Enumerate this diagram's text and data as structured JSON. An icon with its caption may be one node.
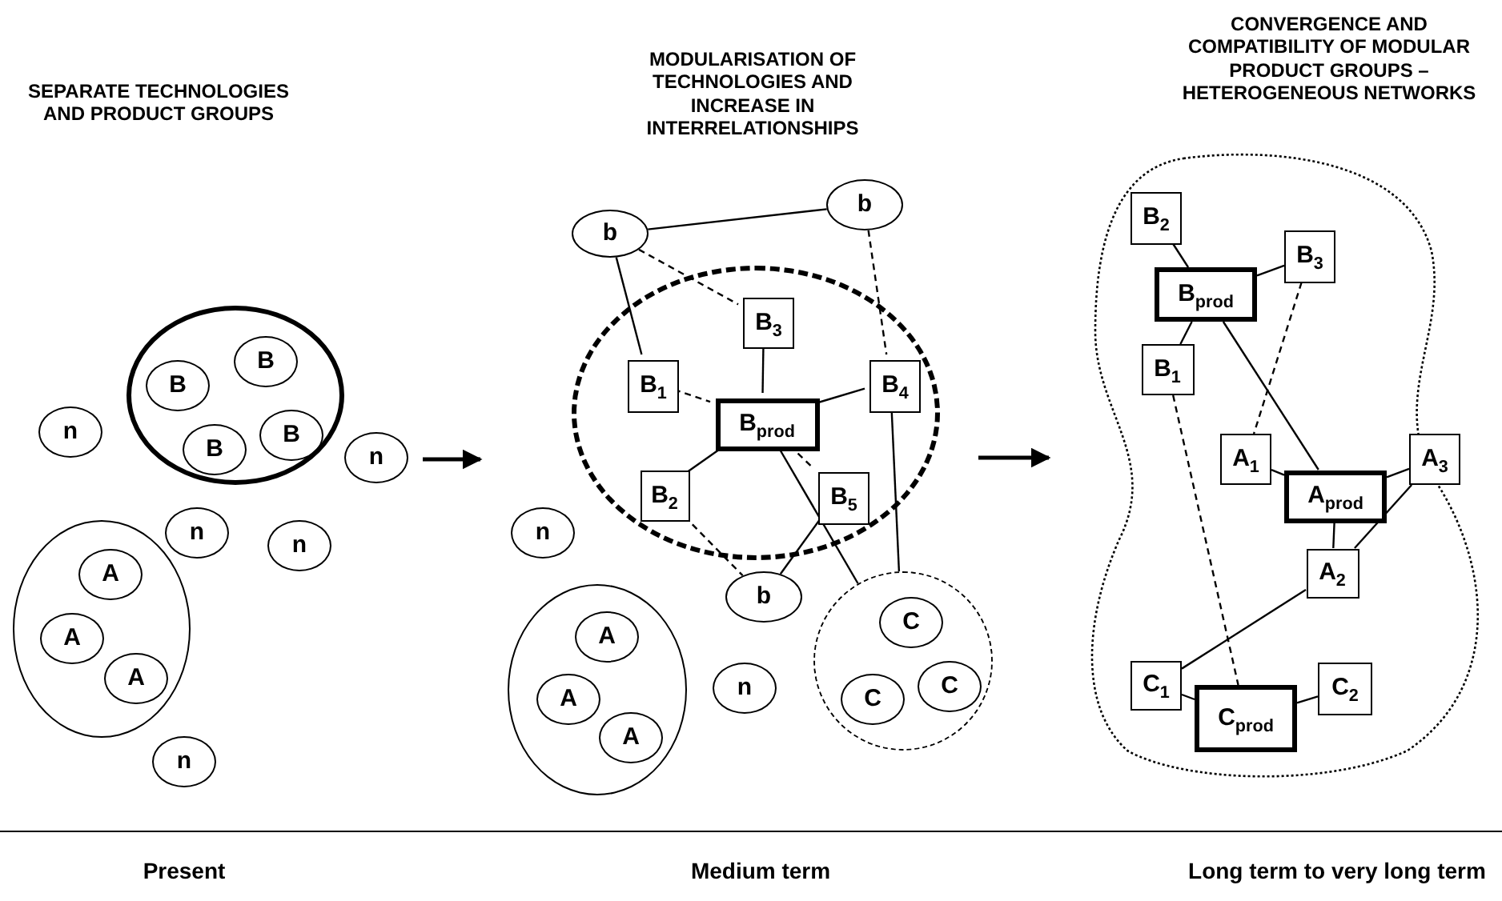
{
  "diagram": {
    "nodes": [
      {
        "text": [],
        "shape": "circle"
      },
      {
        "text": [
          "B"
        ],
        "in": 0
      },
      {
        "text": [
          "B"
        ],
        "in": 0
      },
      {
        "text": [
          "B"
        ],
        "in": 0
      },
      {
        "text": [
          "B"
        ],
        "in": 0
      },
      {
        "text": [
          "n"
        ]
      },
      {
        "text": [
          "n"
        ]
      },
      {
        "text": [
          "n"
        ]
      },
      {
        "text": [
          "n"
        ]
      },
      {
        "text": [],
        "shape": "circle"
      },
      {
        "text": [
          "A"
        ],
        "in": 9
      },
      {
        "text": [
          "A"
        ],
        "in": 9
      },
      {
        "text": [
          "A"
        ],
        "in": 9
      },
      {
        "text": [
          "n"
        ]
      },
      {
        "text": [
          "b"
        ]
      },
      {
        "text": [
          "b"
        ]
      },
      {
        "text": [],
        "shape": "circle"
      },
      {
        "text": [
          "B$_{3}$"
        ],
        "in": 16
      },
      {
        "text": [
          "B$_{1}$"
        ],
        "in": 16
      },
      {
        "text": [
          "B$_{prod}$"
        ],
        "in": 16
      },
      {
        "text": [
          "B$_{4}$"
        ],
        "in": 16
      },
      {
        "text": [
          "B$_{2}$"
        ],
        "in": 16
      },
      {
        "text": [
          "B$_{5}$"
        ],
        "in": 16
      },
      {
        "text": [
          "n"
        ]
      },
      {
        "text": [
          "b"
        ]
      },
      {
        "text": [],
        "shape": "circle"
      },
      {
        "text": [
          "A"
        ],
        "in": 25
      },
      {
        "text": [
          "A"
        ],
        "in": 25
      },
      {
        "text": [
          "A"
        ],
        "in": 25
      },
      {
        "text": [
          "n"
        ]
      },
      {
        "text": [],
        "shape": "circle"
      },
      {
        "text": [
          "C"
        ],
        "in": 30
      },
      {
        "text": [
          "C"
        ],
        "in": 30
      },
      {
        "text": [
          "C"
        ],
        "in": 30
      },
      {
        "text": [],
        "shape": "cloud"
      },
      {
        "text": [
          "B$_{2}$"
        ],
        "in": 34
      },
      {
        "text": [
          "B$_{3}$"
        ],
        "in": 34
      },
      {
        "text": [
          "B$_{prod}$"
        ],
        "in": 34
      },
      {
        "text": [
          "B$_{1}$"
        ],
        "in": 34
      },
      {
        "text": [
          "A$_{1}$"
        ],
        "in": 34
      },
      {
        "text": [
          "A$_{prod}$"
        ],
        "in": 34
      },
      {
        "text": [
          "A$_{3}$"
        ],
        "in": 34
      },
      {
        "text": [
          "A$_{2}$"
        ],
        "in": 34
      },
      {
        "text": [
          "C$_{1}$"
        ],
        "in": 34
      },
      {
        "text": [
          "C$_{prod}$"
        ],
        "in": 34
      },
      {
        "text": [
          "C$_{2}$"
        ],
        "in": 34
      }
    ],
    "edges": [
      {
        "from": 14,
        "to": 15,
        "arrow": "none"
      },
      {
        "from": 14,
        "to": 18,
        "arrow": "none"
      },
      {
        "from": 14,
        "to": 17,
        "arrow": "none",
        "style": "dashed"
      },
      {
        "from": 15,
        "to": 20,
        "arrow": "none",
        "style": "dashed"
      },
      {
        "from": 17,
        "to": 19,
        "arrow": "none"
      },
      {
        "from": 18,
        "to": 19,
        "arrow": "none",
        "style": "dashed"
      },
      {
        "from": 20,
        "to": 19,
        "arrow": "none"
      },
      {
        "from": 19,
        "to": 21,
        "arrow": "none"
      },
      {
        "from": 19,
        "to": 22,
        "arrow": "none",
        "style": "dashed"
      },
      {
        "from": 19,
        "to": 30,
        "arrow": "none"
      },
      {
        "from": 20,
        "to": 30,
        "arrow": "none"
      },
      {
        "from": 21,
        "to": 24,
        "arrow": "none",
        "style": "dashed"
      },
      {
        "from": 22,
        "to": 24,
        "arrow": "none"
      },
      {
        "from": 35,
        "to": 37,
        "arrow": "none"
      },
      {
        "from": 36,
        "to": 37,
        "arrow": "none"
      },
      {
        "from": 37,
        "to": 38,
        "arrow": "none"
      },
      {
        "from": 37,
        "to": 40,
        "arrow": "none"
      },
      {
        "from": 36,
        "to": 39,
        "arrow": "none",
        "style": "dashed"
      },
      {
        "from": 38,
        "to": 44,
        "arrow": "none",
        "style": "dashed"
      },
      {
        "from": 39,
        "to": 40,
        "arrow": "none"
      },
      {
        "from": 41,
        "to": 40,
        "arrow": "none"
      },
      {
        "from": 40,
        "to": 42,
        "arrow": "none"
      },
      {
        "from": 42,
        "to": 41,
        "arrow": "none"
      },
      {
        "from": 42,
        "to": 43,
        "arrow": "none"
      },
      {
        "from": 43,
        "to": 44,
        "arrow": "none"
      },
      {
        "from": 45,
        "to": 44,
        "arrow": "none"
      }
    ],
    "labels": [
      "SEPARATE TECHNOLOGIES AND PRODUCT GROUPS",
      "MODULARISATION OF TECHNOLOGIES AND INCREASE IN INTERRELATIONSHIPS",
      "CONVERGENCE AND COMPATIBILITY OF MODULAR PRODUCT GROUPS – HETEROGENEOUS NETWORKS",
      "Present",
      "Medium term",
      "Long term to very long term"
    ]
  }
}
